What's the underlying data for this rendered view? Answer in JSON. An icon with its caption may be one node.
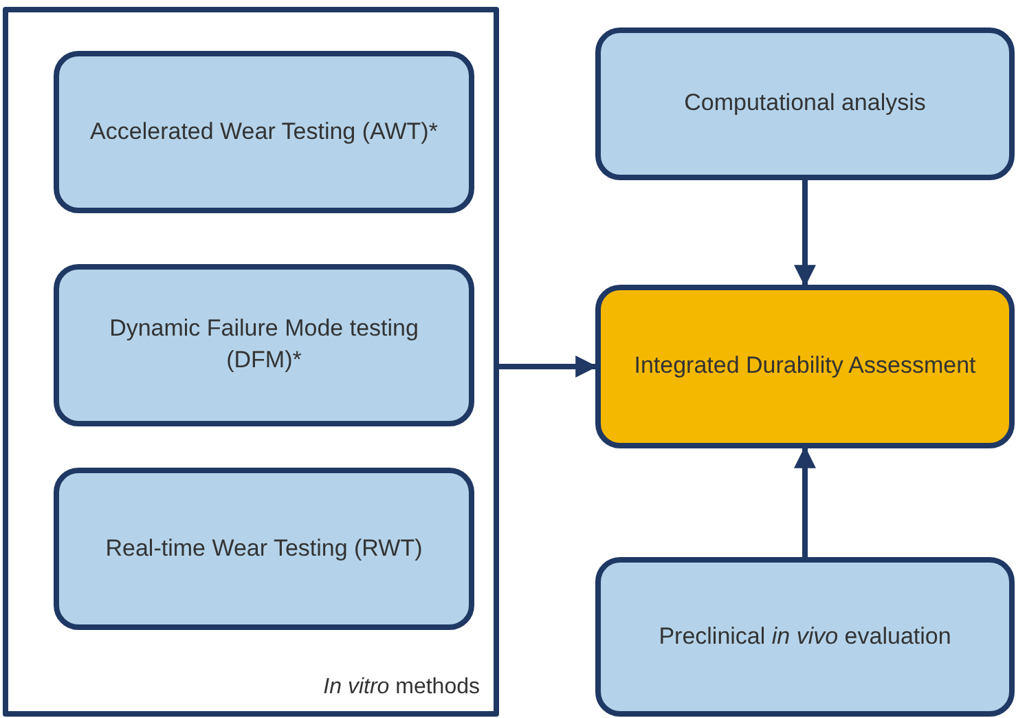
{
  "diagram": {
    "nodes": [
      {
        "text": [
          "*In vitro* methods"
        ]
      },
      {
        "text": [
          "Accelerated Wear Testing (AWT)*"
        ],
        "in": 0
      },
      {
        "text": [
          "Dynamic Failure Mode testing (DFM)*"
        ],
        "in": 0
      },
      {
        "text": [
          "Real-time Wear Testing (RWT)"
        ],
        "in": 0
      },
      {
        "text": [
          "Computational analysis"
        ]
      },
      {
        "text": [
          "Integrated Durability Assessment"
        ]
      },
      {
        "text": [
          "Preclinical *in vivo* evaluation"
        ]
      }
    ],
    "edges": [
      {
        "from": 0,
        "to": 5,
        "arrow": "to"
      },
      {
        "from": 4,
        "to": 5,
        "arrow": "to"
      },
      {
        "from": 6,
        "to": 5,
        "arrow": "to"
      }
    ]
  }
}
